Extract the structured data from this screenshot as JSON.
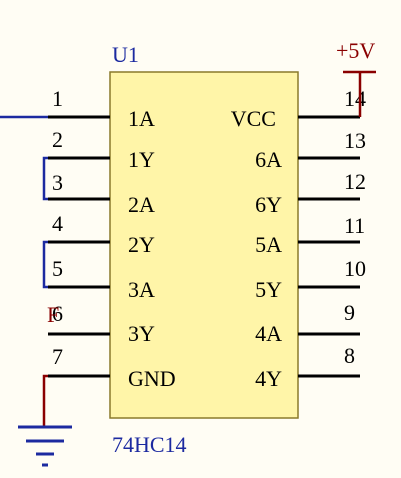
{
  "refdes": "U1",
  "part": "74HC14",
  "power_net": "+5V",
  "stray_label": "F",
  "left_pins": [
    {
      "num": "1",
      "name": "1A"
    },
    {
      "num": "2",
      "name": "1Y"
    },
    {
      "num": "3",
      "name": "2A"
    },
    {
      "num": "4",
      "name": "2Y"
    },
    {
      "num": "5",
      "name": "3A"
    },
    {
      "num": "6",
      "name": "3Y"
    },
    {
      "num": "7",
      "name": "GND"
    }
  ],
  "right_pins": [
    {
      "num": "14",
      "name": "VCC"
    },
    {
      "num": "13",
      "name": "6A"
    },
    {
      "num": "12",
      "name": "6Y"
    },
    {
      "num": "11",
      "name": "5A"
    },
    {
      "num": "10",
      "name": "5Y"
    },
    {
      "num": "9",
      "name": "4A"
    },
    {
      "num": "8",
      "name": "4Y"
    }
  ],
  "colors": {
    "body_fill": "#fff5a8",
    "body_stroke": "#8a7a2a",
    "net_blue": "#1c2aa0",
    "power_red": "#8a0000",
    "ground_blue": "#1c2aa0"
  }
}
